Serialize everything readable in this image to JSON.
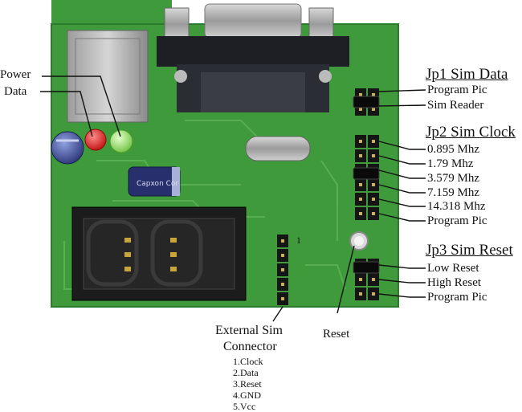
{
  "left_labels": {
    "power": "Power",
    "data": "Data"
  },
  "jp1": {
    "title": "Jp1 Sim Data",
    "options": [
      "Program Pic",
      "Sim Reader"
    ]
  },
  "jp2": {
    "title": "Jp2 Sim Clock",
    "options": [
      "0.895 Mhz",
      "1.79 Mhz",
      "3.579 Mhz",
      "7.159 Mhz",
      "14.318 Mhz",
      "Program Pic"
    ]
  },
  "jp3": {
    "title": "Jp3 Sim Reset",
    "options": [
      "Low Reset",
      "High Reset",
      "Program Pic"
    ]
  },
  "pin_one_marker": "1",
  "reset_label": "Reset",
  "connector": {
    "title_line1": "External Sim",
    "title_line2": "Connector",
    "pins": [
      "1.Clock",
      "2.Data",
      "3.Reset",
      "4.GND",
      "5.Vcc"
    ]
  },
  "components": {
    "capacitor_text": "Capxon Cor"
  },
  "colors": {
    "pcb": "#3f9a3b",
    "pcb_dark": "#2c7a2d",
    "header_pin": "#151515",
    "led_red": "#d81e1e",
    "led_green": "#8fd35a",
    "db9_metal": "#9a9a9a",
    "db9_body": "#1d1f24"
  }
}
